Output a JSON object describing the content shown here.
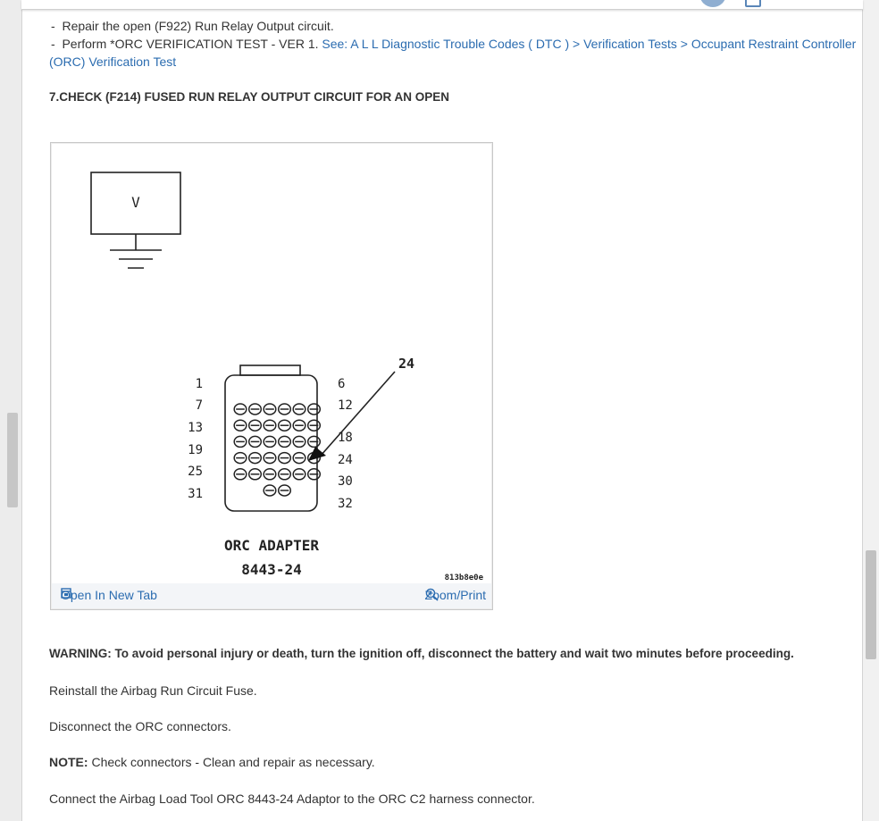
{
  "top_list": [
    {
      "prefix": "-",
      "text": "Repair the open (F922) Run Relay Output circuit."
    },
    {
      "prefix": "-",
      "text": "Perform *ORC VERIFICATION TEST - VER 1. ",
      "link_line1": "See: A L L Diagnostic Trouble Codes ( DTC ) > Verification Tests > Occupant Restraint Controller",
      "link_line2": "(ORC) Verification Test"
    }
  ],
  "step_heading": "7.CHECK (F214) FUSED RUN RELAY OUTPUT CIRCUIT FOR AN OPEN",
  "figure": {
    "meter_label": "V",
    "callout": "24",
    "left_pins": [
      "1",
      "7",
      "13",
      "19",
      "25",
      "31"
    ],
    "right_pins": [
      "6",
      "12",
      "18",
      "24",
      "30",
      "32"
    ],
    "caption_line1": "ORC ADAPTER",
    "caption_line2": "8443-24",
    "code": "813b8e0e",
    "open_label": "Open In New Tab",
    "zoom_label": "Zoom/Print",
    "open_icon": "open-new-tab-icon",
    "zoom_icon": "zoom-in-icon"
  },
  "warning": {
    "label": "WARNING:",
    "text": " To avoid personal injury or death, turn the ignition off, disconnect the battery and wait two minutes before proceeding."
  },
  "steps": [
    "Reinstall the Airbag Run Circuit Fuse.",
    "Disconnect the ORC connectors."
  ],
  "note": {
    "label": "NOTE:",
    "text": " Check connectors - Clean and repair as necessary."
  },
  "last_step": "Connect the Airbag Load Tool ORC 8443-24 Adaptor to the ORC C2 harness connector.",
  "colors": {
    "link": "#2b6cb0",
    "text": "#333333"
  }
}
